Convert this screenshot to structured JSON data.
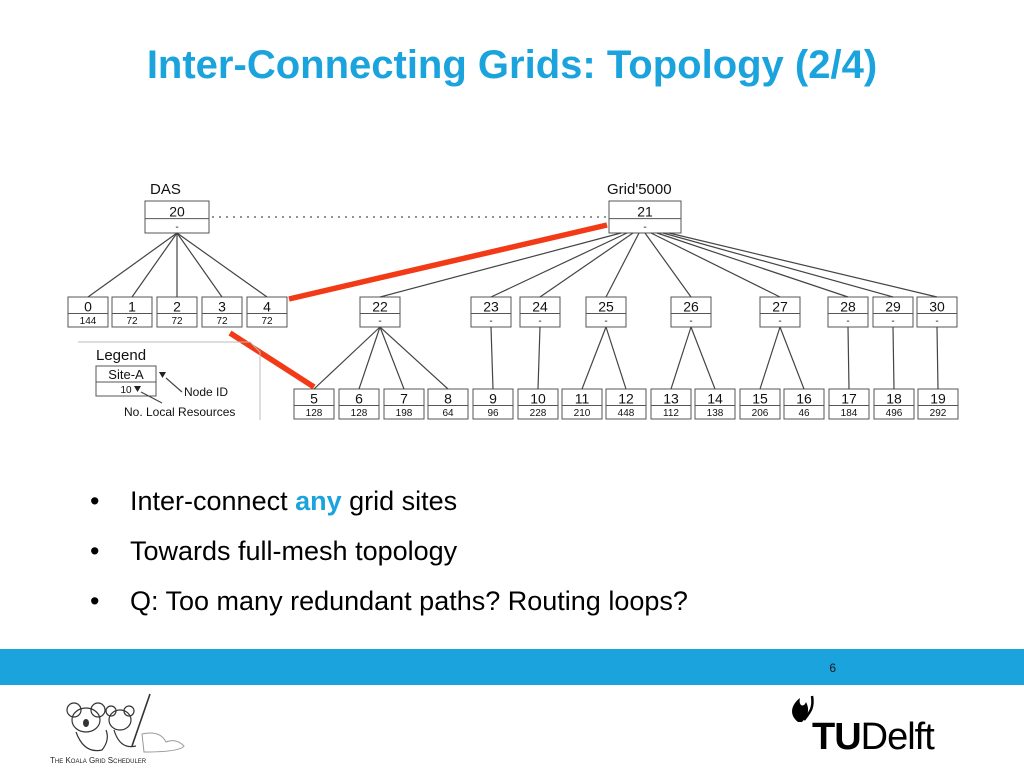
{
  "slide": {
    "title": "Inter-Connecting Grids: Topology (2/4)",
    "page_number": "6"
  },
  "diagram": {
    "roots": [
      {
        "label": "DAS",
        "id": "20",
        "resources": "-"
      },
      {
        "label": "Grid'5000",
        "id": "21",
        "resources": "-"
      }
    ],
    "das_sites": [
      {
        "id": "0",
        "resources": "144"
      },
      {
        "id": "1",
        "resources": "72"
      },
      {
        "id": "2",
        "resources": "72"
      },
      {
        "id": "3",
        "resources": "72"
      },
      {
        "id": "4",
        "resources": "72"
      }
    ],
    "mid_nodes": [
      {
        "id": "22",
        "resources": "-"
      },
      {
        "id": "23",
        "resources": "-"
      },
      {
        "id": "24",
        "resources": "-"
      },
      {
        "id": "25",
        "resources": "-"
      },
      {
        "id": "26",
        "resources": "-"
      },
      {
        "id": "27",
        "resources": "-"
      },
      {
        "id": "28",
        "resources": "-"
      },
      {
        "id": "29",
        "resources": "-"
      },
      {
        "id": "30",
        "resources": "-"
      }
    ],
    "leaf_nodes": [
      {
        "id": "5",
        "resources": "128",
        "parent": "22"
      },
      {
        "id": "6",
        "resources": "128",
        "parent": "22"
      },
      {
        "id": "7",
        "resources": "198",
        "parent": "22"
      },
      {
        "id": "8",
        "resources": "64",
        "parent": "22"
      },
      {
        "id": "9",
        "resources": "96",
        "parent": "23"
      },
      {
        "id": "10",
        "resources": "228",
        "parent": "24"
      },
      {
        "id": "11",
        "resources": "210",
        "parent": "25"
      },
      {
        "id": "12",
        "resources": "448",
        "parent": "25"
      },
      {
        "id": "13",
        "resources": "112",
        "parent": "26"
      },
      {
        "id": "14",
        "resources": "138",
        "parent": "26"
      },
      {
        "id": "15",
        "resources": "206",
        "parent": "27"
      },
      {
        "id": "16",
        "resources": "46",
        "parent": "27"
      },
      {
        "id": "17",
        "resources": "184",
        "parent": "28"
      },
      {
        "id": "18",
        "resources": "496",
        "parent": "29"
      },
      {
        "id": "19",
        "resources": "292",
        "parent": "30"
      }
    ],
    "legend": {
      "title": "Legend",
      "site_label": "Site-A",
      "node_value": "10",
      "node_id_label": "Node ID",
      "resources_label": "No. Local Resources"
    },
    "red_links": [
      {
        "from": "4",
        "to": "21"
      },
      {
        "from": "3",
        "to": "5"
      }
    ]
  },
  "bullets": {
    "b1_pre": "Inter-connect ",
    "b1_accent": "any",
    "b1_post": " grid sites",
    "b2": "Towards full-mesh topology",
    "b3": "Q: Too many redundant paths? Routing loops?"
  },
  "logos": {
    "koala_caption": "The Koala Grid Scheduler",
    "tudelft_t": "TU",
    "tudelft_rest": "Delft"
  },
  "colors": {
    "accent": "#1aa3dd",
    "red_link": "#f23a17",
    "node_border": "#555555",
    "tree_line": "#444444"
  }
}
